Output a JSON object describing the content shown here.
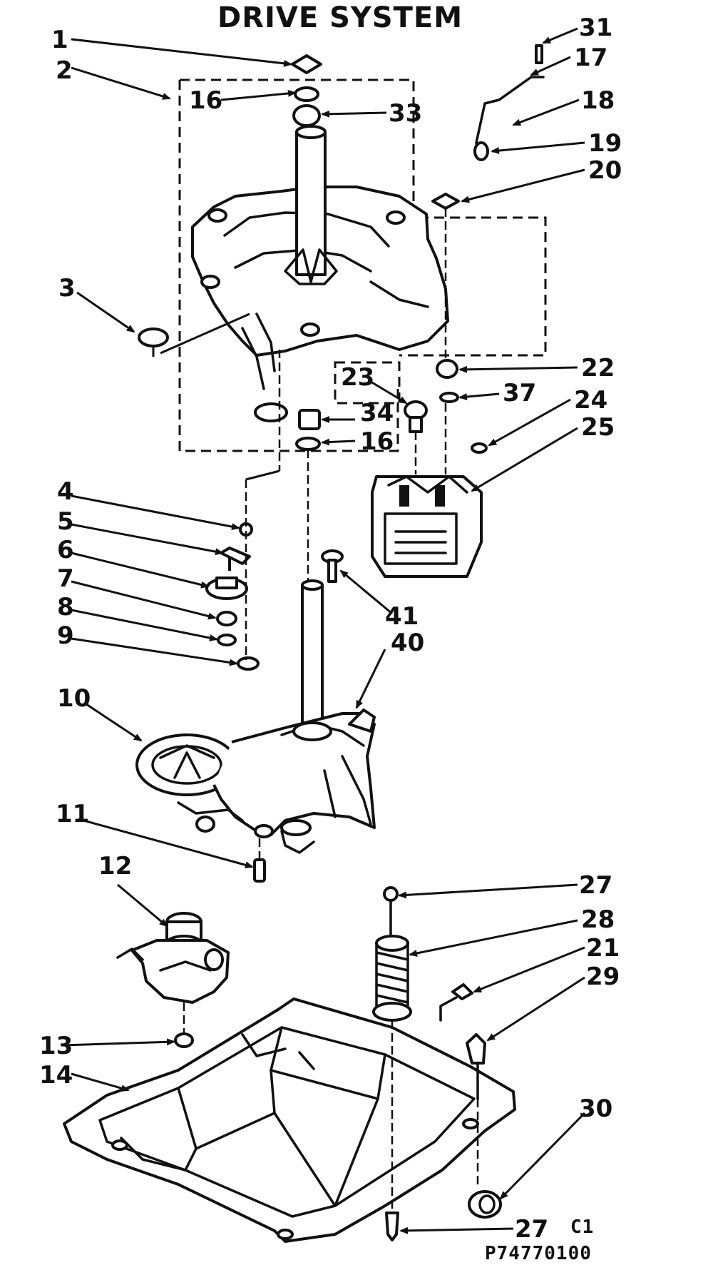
{
  "title": "DRIVE SYSTEM",
  "drawing_code": "C1",
  "part_number": "P74770100",
  "callouts": [
    {
      "id": "1",
      "label": "1"
    },
    {
      "id": "2",
      "label": "2"
    },
    {
      "id": "3",
      "label": "3"
    },
    {
      "id": "4",
      "label": "4"
    },
    {
      "id": "5",
      "label": "5"
    },
    {
      "id": "6",
      "label": "6"
    },
    {
      "id": "7",
      "label": "7"
    },
    {
      "id": "8",
      "label": "8"
    },
    {
      "id": "9",
      "label": "9"
    },
    {
      "id": "10",
      "label": "10"
    },
    {
      "id": "11",
      "label": "11"
    },
    {
      "id": "12",
      "label": "12"
    },
    {
      "id": "13",
      "label": "13"
    },
    {
      "id": "14",
      "label": "14"
    },
    {
      "id": "16a",
      "label": "16"
    },
    {
      "id": "16b",
      "label": "16"
    },
    {
      "id": "17",
      "label": "17"
    },
    {
      "id": "18",
      "label": "18"
    },
    {
      "id": "19",
      "label": "19"
    },
    {
      "id": "20",
      "label": "20"
    },
    {
      "id": "21",
      "label": "21"
    },
    {
      "id": "22",
      "label": "22"
    },
    {
      "id": "23",
      "label": "23"
    },
    {
      "id": "24",
      "label": "24"
    },
    {
      "id": "25",
      "label": "25"
    },
    {
      "id": "27a",
      "label": "27"
    },
    {
      "id": "27b",
      "label": "27"
    },
    {
      "id": "28",
      "label": "28"
    },
    {
      "id": "29",
      "label": "29"
    },
    {
      "id": "30",
      "label": "30"
    },
    {
      "id": "31",
      "label": "31"
    },
    {
      "id": "33",
      "label": "33"
    },
    {
      "id": "34",
      "label": "34"
    },
    {
      "id": "37",
      "label": "37"
    },
    {
      "id": "40",
      "label": "40"
    },
    {
      "id": "41",
      "label": "41"
    }
  ]
}
